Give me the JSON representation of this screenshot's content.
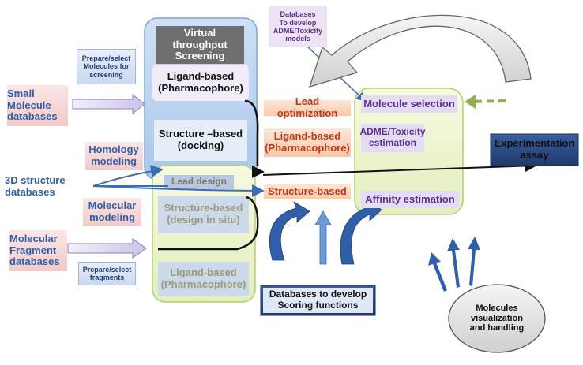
{
  "inputs": {
    "small_molecule_db": "Small\nMolecule\ndatabases",
    "structure_3d_db": "3D structure\ndatabases",
    "fragment_db": "Molecular\nFragment\ndatabases"
  },
  "preparation": {
    "prepare_molecules": "Prepare/select\nMolecules for\nscreening",
    "prepare_fragments": "Prepare/select\nfragments",
    "homology_modeling": "Homology\nmodeling",
    "molecular_modeling": "Molecular\nmodeling"
  },
  "virtual_screening": {
    "title": "Virtual\nthroughput\nScreening",
    "ligand_based": "Ligand-based\n(Pharmacophore)",
    "structure_based": "Structure –based\n(docking)"
  },
  "lead_design": {
    "title": "Lead design",
    "structure_based": "Structure-based\n(design in situ)",
    "ligand_based": "Ligand-based\n(Pharmacophore)"
  },
  "lead_optimization": {
    "title": "Lead optimization",
    "ligand_based": "Ligand-based\n(Pharmacophore)",
    "structure_based": "Structure-based"
  },
  "selection": {
    "molecule_selection": "Molecule selection",
    "adme_estimation": "ADME/Toxicity\nestimation",
    "affinity_estimation": "Affinity estimation"
  },
  "databases_adme": "Databases\nTo develop\nADME/Toxicity\nmodels",
  "experimentation": "Experimentation\nassay",
  "scoring_databases": "Databases to develop\nScoring functions",
  "visualization": "Molecules\nvisualization\nand handling"
}
